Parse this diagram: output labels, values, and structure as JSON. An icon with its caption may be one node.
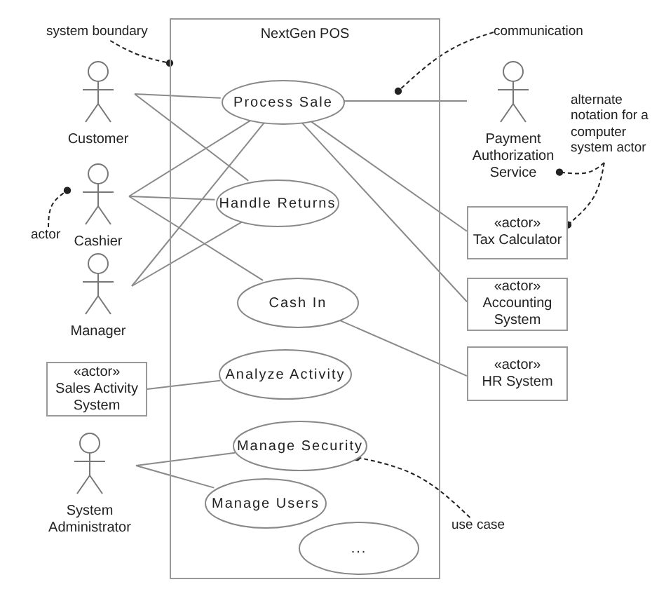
{
  "diagram": {
    "nodes": [
      {
        "text": [
          "NextGen POS"
        ]
      },
      {
        "text": [
          "system boundary"
        ]
      },
      {
        "text": [
          "communication"
        ]
      },
      {
        "text": [
          "Customer"
        ]
      },
      {
        "text": [
          "Process Sale"
        ],
        "in": 0
      },
      {
        "text": [
          "Payment Authorization Service"
        ]
      },
      {
        "text": [
          "alternate notation for a computer system actor"
        ]
      },
      {
        "text": [
          "actor"
        ]
      },
      {
        "text": [
          "Cashier"
        ]
      },
      {
        "text": [
          "Handle Returns"
        ],
        "in": 0
      },
      {
        "text": [
          "«actor»",
          "Tax Calculator"
        ]
      },
      {
        "text": [
          "Manager"
        ]
      },
      {
        "text": [
          "Cash In"
        ],
        "in": 0
      },
      {
        "text": [
          "«actor»",
          "Accounting System"
        ]
      },
      {
        "text": [
          "«actor»",
          "HR System"
        ]
      },
      {
        "text": [
          "«actor»",
          "Sales Activity System"
        ]
      },
      {
        "text": [
          "Analyze Activity"
        ],
        "in": 0
      },
      {
        "text": [
          "System Administrator"
        ]
      },
      {
        "text": [
          "Manage Security"
        ],
        "in": 0
      },
      {
        "text": [
          "Manage Users"
        ],
        "in": 0
      },
      {
        "text": [
          "use case"
        ]
      },
      {
        "text": [
          "..."
        ],
        "in": 0
      }
    ],
    "edges": [
      {
        "from": 3,
        "to": 4,
        "arrow": "none"
      },
      {
        "from": 3,
        "to": 9,
        "arrow": "none"
      },
      {
        "from": 8,
        "to": 4,
        "arrow": "none"
      },
      {
        "from": 8,
        "to": 9,
        "arrow": "none"
      },
      {
        "from": 8,
        "to": 12,
        "arrow": "none"
      },
      {
        "from": 11,
        "to": 4,
        "arrow": "none"
      },
      {
        "from": 11,
        "to": 9,
        "arrow": "none"
      },
      {
        "from": 15,
        "to": 16,
        "arrow": "none"
      },
      {
        "from": 17,
        "to": 18,
        "arrow": "none"
      },
      {
        "from": 17,
        "to": 19,
        "arrow": "none"
      },
      {
        "from": 4,
        "to": 5,
        "arrow": "none"
      },
      {
        "from": 4,
        "to": 10,
        "arrow": "none"
      },
      {
        "from": 4,
        "to": 13,
        "arrow": "none"
      },
      {
        "from": 12,
        "to": 14,
        "arrow": "none"
      },
      {
        "from": 1,
        "to": 0,
        "arrow": "other",
        "style": "dashed",
        "color": "#222222"
      },
      {
        "from": 2,
        "to": null,
        "arrow": "other",
        "style": "dashed",
        "color": "#222222"
      },
      {
        "from": 7,
        "to": 8,
        "arrow": "other",
        "style": "dashed",
        "color": "#222222"
      },
      {
        "from": 6,
        "to": 5,
        "arrow": "other",
        "style": "dashed",
        "color": "#222222"
      },
      {
        "from": 6,
        "to": 10,
        "arrow": "other",
        "style": "dashed",
        "color": "#222222"
      },
      {
        "from": 20,
        "to": 18,
        "arrow": "other",
        "style": "dashed",
        "color": "#222222"
      }
    ]
  }
}
